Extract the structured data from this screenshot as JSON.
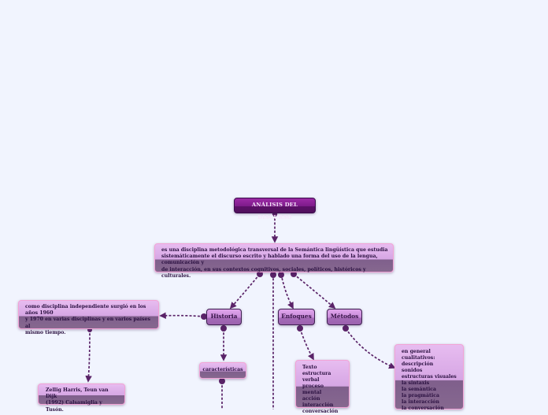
{
  "root": {
    "title": "ANÁLISIS DEL DISCURSO"
  },
  "definition": {
    "lines": [
      "es una disciplina metodológica transversal de la Semántica lingüística que estudia",
      "sistemáticamente el discurso escrito y hablado una forma del uso de la lengua, comunicación y",
      "de interacción, en sus contextos cognitivos, sociales, políticos, históricos y culturales."
    ]
  },
  "topics": {
    "historia": "Historia",
    "enfoques": "Enfoques",
    "metodos": "Métodos"
  },
  "historia_note": {
    "lines": [
      "como disciplina independiente surgió en los años 1960",
      "y 1970 en varias disciplinas y en varios países al",
      "mismo tiempo."
    ]
  },
  "authors": {
    "lines": [
      "Zellig Harris, Teun van Dijk",
      "(1992) Calsamiglia y Tusón."
    ]
  },
  "caracteristicas": {
    "label": "características"
  },
  "enfoques_list": {
    "items": [
      "Texto",
      "estructura verbal",
      "proceso mental",
      "acción",
      "interacción",
      "conversación"
    ]
  },
  "metodos_list": {
    "items": [
      "en general cualitativos:",
      "descripción",
      "sonidos",
      "estructuras visuales",
      "la sintaxis",
      "la semántica",
      "la pragmática",
      "la interacción",
      "la conversación"
    ]
  },
  "colors": {
    "background": "#f1f4fe",
    "connector": "#5a2368",
    "root_fill": "#7d1b8a",
    "node_border": "#f2a3d6",
    "topic_fill": "#c78ad8"
  }
}
